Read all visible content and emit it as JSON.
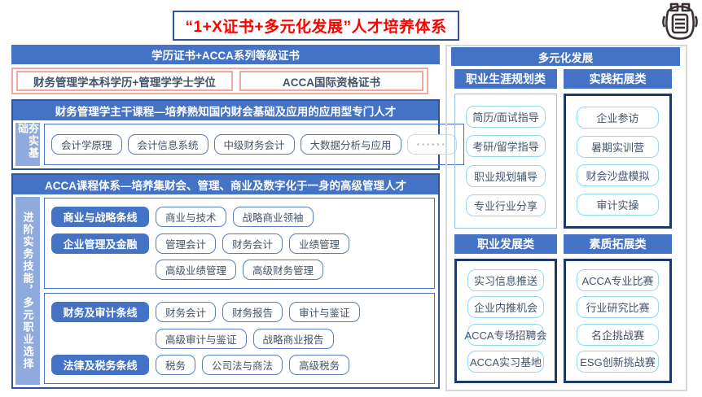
{
  "title": "“1+X证书+多元化发展”人才培养体系",
  "logo": {
    "name": "school-emblem"
  },
  "colors": {
    "accent_blue": "#4472C4",
    "dark_navy": "#2F5597",
    "container_navy": "#1F3864",
    "light_label_blue": "#8FAADC",
    "item_border_blue": "#92D8F0",
    "pink_border": "#F2A7A1",
    "title_red": "#FF0000",
    "text_dark": "#44546A",
    "panel_gray": "#D9D9D9"
  },
  "left": {
    "cert_section": {
      "header": "学历证书+ACCA系列等级证书",
      "items": [
        "财务管理学本科学历+管理学学士学位",
        "ACCA国际资格证书"
      ]
    },
    "major_section": {
      "header": "财务管理学主干课程—培养熟知国内财会基础及应用的应用型专门人才",
      "side_label": "夯实基础",
      "courses": [
        "会计学原理",
        "会计信息系统",
        "中级财务会计",
        "大数据分析与应用"
      ],
      "ellipsis": "······"
    },
    "acca_section": {
      "header": "ACCA课程体系—培养集财会、管理、商业及数字化于一身的高级管理人才",
      "side_label": "进阶实务技能，多元职业选择",
      "group1": {
        "rows": [
          {
            "category": "商业与战略条线",
            "courses": [
              "商业与技术",
              "战略商业领袖"
            ]
          },
          {
            "category": "企业管理及金融",
            "courses": [
              "管理会计",
              "财务会计",
              "业绩管理"
            ]
          },
          {
            "category": "",
            "courses": [
              "高级业绩管理",
              "高级财务管理"
            ]
          }
        ]
      },
      "group2": {
        "rows": [
          {
            "category": "财务及审计条线",
            "courses": [
              "财务会计",
              "财务报告",
              "审计与鉴证"
            ]
          },
          {
            "category": "",
            "courses": [
              "高级审计与鉴证",
              "战略商业报告"
            ]
          },
          {
            "category": "法律及税务条线",
            "courses": [
              "税务",
              "公司法与商法",
              "高级税务"
            ]
          }
        ]
      }
    }
  },
  "right": {
    "header": "多元化发展",
    "groups": [
      {
        "header": "职业生涯规划类",
        "items": [
          "简历/面试指导",
          "考研/留学指导",
          "职业规划辅导",
          "专业行业分享"
        ]
      },
      {
        "header": "实践拓展类",
        "items": [
          "企业参访",
          "暑期实训营",
          "财会沙盘模拟",
          "审计实操"
        ]
      },
      {
        "header": "职业发展类",
        "items": [
          "实习信息推送",
          "企业内推机会",
          "ACCA专场招聘会",
          "ACCA实习基地"
        ]
      },
      {
        "header": "素质拓展类",
        "items": [
          "ACCA专业比赛",
          "行业研究比赛",
          "名企挑战赛",
          "ESG创新挑战赛"
        ]
      }
    ]
  }
}
